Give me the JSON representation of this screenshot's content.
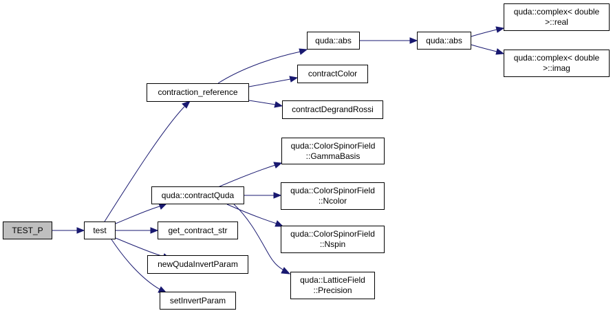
{
  "colors": {
    "edge": "#191970",
    "root_fill": "#bfbfbf",
    "node_fill": "#ffffff",
    "node_border": "#000000"
  },
  "nodes": {
    "test_p": [
      "TEST_P"
    ],
    "test": [
      "test"
    ],
    "contraction_reference": [
      "contraction_reference"
    ],
    "contractquda": [
      "quda::contractQuda"
    ],
    "get_contract_str": [
      "get_contract_str"
    ],
    "newqudainvertparam": [
      "newQudaInvertParam"
    ],
    "setinvertparam": [
      "setInvertParam"
    ],
    "abs1": [
      "quda::abs"
    ],
    "abs2": [
      "quda::abs"
    ],
    "contractcolor": [
      "contractColor"
    ],
    "contractdegrandrossi": [
      "contractDegrandRossi"
    ],
    "gammabasis": [
      "quda::ColorSpinorField",
      "::GammaBasis"
    ],
    "ncolor": [
      "quda::ColorSpinorField",
      "::Ncolor"
    ],
    "nspin": [
      "quda::ColorSpinorField",
      "::Nspin"
    ],
    "precision": [
      "quda::LatticeField",
      "::Precision"
    ],
    "real": [
      "quda::complex< double",
      ">::real"
    ],
    "imag": [
      "quda::complex< double",
      ">::imag"
    ]
  }
}
